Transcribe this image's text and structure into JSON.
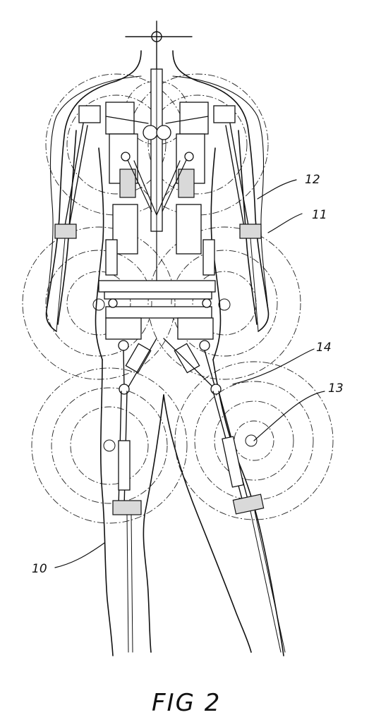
{
  "figure": {
    "caption": "FIG 2",
    "reference_numerals": {
      "n10": "10",
      "n11": "11",
      "n12": "12",
      "n13": "13",
      "n14": "14"
    },
    "colors": {
      "ink": "#111111",
      "background": "#ffffff"
    }
  }
}
